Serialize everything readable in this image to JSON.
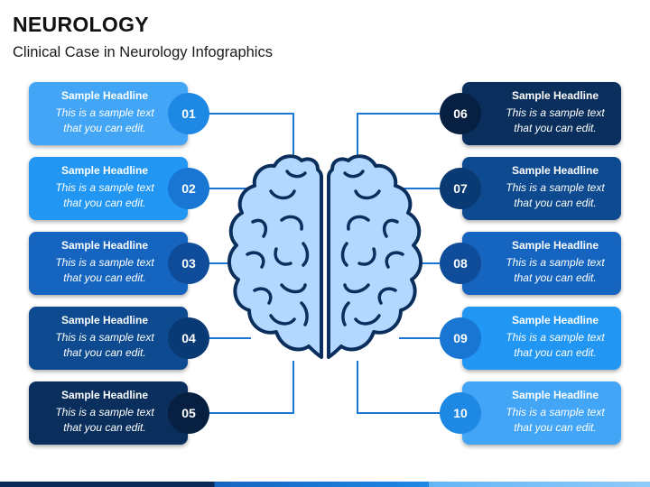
{
  "title": "NEUROLOGY",
  "subtitle": "Clinical Case in Neurology Infographics",
  "items": [
    {
      "number": "01",
      "headline": "Sample Headline",
      "text": "This is a sample text that you can edit.",
      "color": "#42a5f5",
      "badge": "#1e88e5"
    },
    {
      "number": "02",
      "headline": "Sample Headline",
      "text": "This is a sample text that you can edit.",
      "color": "#2196f3",
      "badge": "#1976d2"
    },
    {
      "number": "03",
      "headline": "Sample Headline",
      "text": "This is a sample text that you can edit.",
      "color": "#1565c0",
      "badge": "#0f4c9a"
    },
    {
      "number": "04",
      "headline": "Sample Headline",
      "text": "This is a sample text that you can edit.",
      "color": "#0d4a8f",
      "badge": "#0a3a73"
    },
    {
      "number": "05",
      "headline": "Sample Headline",
      "text": "This is a sample text that you can edit.",
      "color": "#0a2f5c",
      "badge": "#071f40"
    },
    {
      "number": "06",
      "headline": "Sample Headline",
      "text": "This is a sample text that you can edit.",
      "color": "#0a2f5c",
      "badge": "#071f40"
    },
    {
      "number": "07",
      "headline": "Sample Headline",
      "text": "This is a sample text that you can edit.",
      "color": "#0d4a8f",
      "badge": "#0a3a73"
    },
    {
      "number": "08",
      "headline": "Sample Headline",
      "text": "This is a sample text that you can edit.",
      "color": "#1565c0",
      "badge": "#0f4c9a"
    },
    {
      "number": "09",
      "headline": "Sample Headline",
      "text": "This is a sample text that you can edit.",
      "color": "#2196f3",
      "badge": "#1976d2"
    },
    {
      "number": "10",
      "headline": "Sample Headline",
      "text": "This is a sample text that you can edit.",
      "color": "#42a5f5",
      "badge": "#1e88e5"
    }
  ],
  "colors": {
    "brain_fill": "#b3d7ff",
    "brain_stroke": "#0a2f5c",
    "connector": "#1976d2"
  }
}
